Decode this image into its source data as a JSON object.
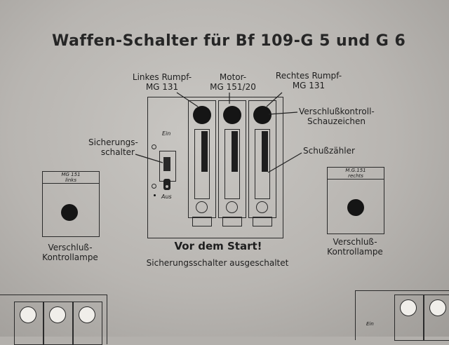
{
  "title": "Waffen-Schalter für Bf 109-G 5 und G 6",
  "labels": {
    "linkes_rumpf": "Linkes Rumpf-",
    "linkes_rumpf_mg": "MG 131",
    "motor": "Motor-",
    "motor_mg": "MG 151/20",
    "rechtes_rumpf": "Rechtes Rumpf-",
    "rechtes_rumpf_mg": "MG 131",
    "verschluss_kontroll": "Verschlußkontroll-",
    "schauzeichen": "Schauzeichen",
    "sicherungs": "Sicherungs-",
    "schalter": "schalter",
    "ein": "Ein",
    "aus": "Aus",
    "schusszaehler": "Schußzähler",
    "vor_dem_start": "Vor dem Start!",
    "sicherungsschalter_ausgeschaltet": "Sicherungsschalter ausgeschaltet"
  },
  "left_lamp": {
    "header_line1": "MG 151",
    "header_line2": "links",
    "caption_line1": "Verschluß-",
    "caption_line2": "Kontrollampe"
  },
  "right_lamp": {
    "header_line1": "M.G.151",
    "header_line2": "rechts",
    "caption_line1": "Verschluß-",
    "caption_line2": "Kontrollampe"
  },
  "bottom_right": {
    "ein": "Ein"
  }
}
